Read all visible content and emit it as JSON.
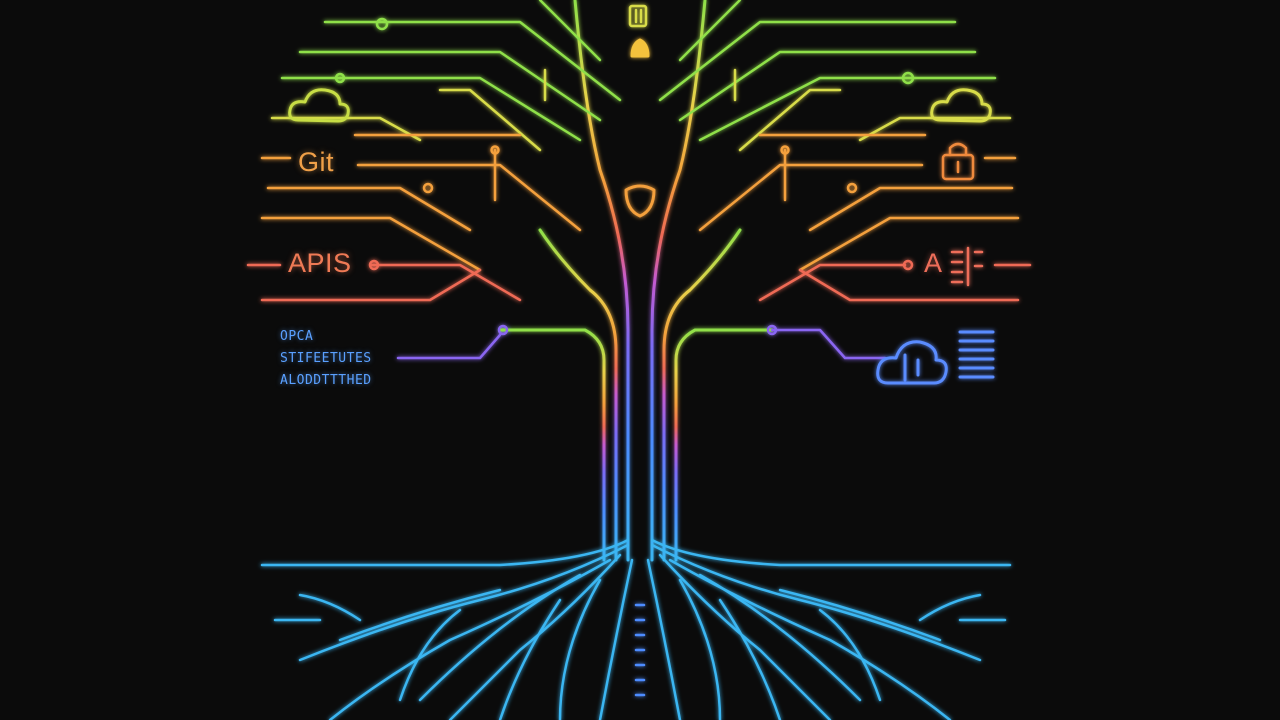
{
  "labels": {
    "left_git": "Git",
    "left_apis": "APIS",
    "right_apis": "A",
    "left_data_lines": [
      "OPCA",
      "STIFEETUTES",
      "ALODDTTTHED"
    ]
  },
  "colors": {
    "background": "#0b0b0b",
    "green": "#8fe04a",
    "yellow": "#e8d24a",
    "orange": "#f4a03c",
    "coral": "#ef6a55",
    "pink": "#e45a8a",
    "violet": "#9a5cf0",
    "blue": "#5a8cff",
    "cyan": "#3ab6f2"
  },
  "icons": [
    "cloud-icon-left",
    "cloud-icon-right",
    "lock-icon",
    "server-icon",
    "cloud-network-icon",
    "chip-icon",
    "bulb-icon"
  ]
}
